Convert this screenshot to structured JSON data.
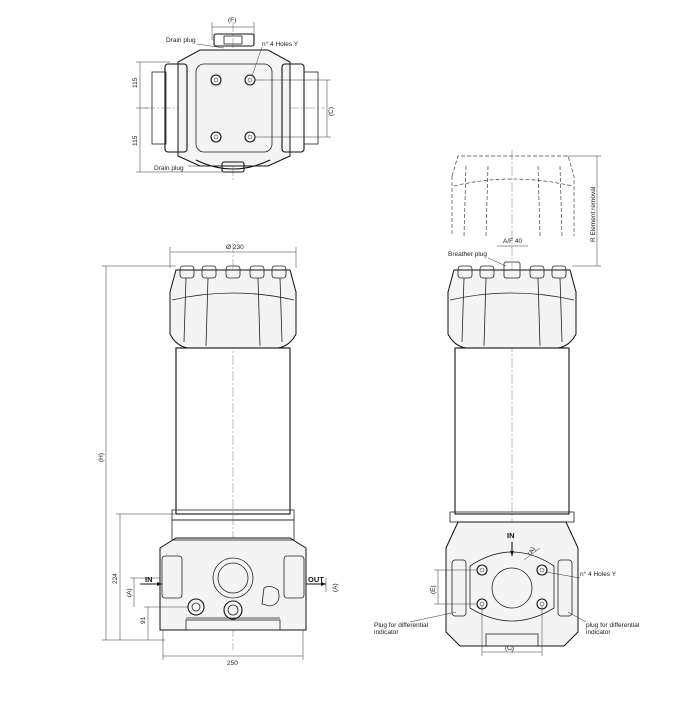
{
  "top_view": {
    "dim_f": "(F)",
    "drain_plug_top": "Drain plug",
    "holes": "n° 4 Holes Y",
    "dim_115_upper": "115",
    "dim_115_lower": "115",
    "dim_c": "(C)",
    "drain_plug_bottom": "Drain plug"
  },
  "front_view": {
    "dia": "Ø 230",
    "height_h": "(H)",
    "dim_224": "224",
    "dim_a": "(A)",
    "dim_91": "91",
    "inlet": "IN",
    "outlet": "OUT",
    "dim_a_right": "(A)",
    "width": "250"
  },
  "side_view": {
    "element_removal": "R Element removal",
    "af": "A/F 40",
    "breather_plug": "Breather plug",
    "inlet": "IN",
    "dim_a": "(A)",
    "holes": "n° 4 Holes Y",
    "dim_e": "(E)",
    "plug_left": [
      "Plug for differential",
      "indicator"
    ],
    "plug_right": [
      "plug for differential",
      "indicator"
    ],
    "dim_c": "(C)"
  }
}
